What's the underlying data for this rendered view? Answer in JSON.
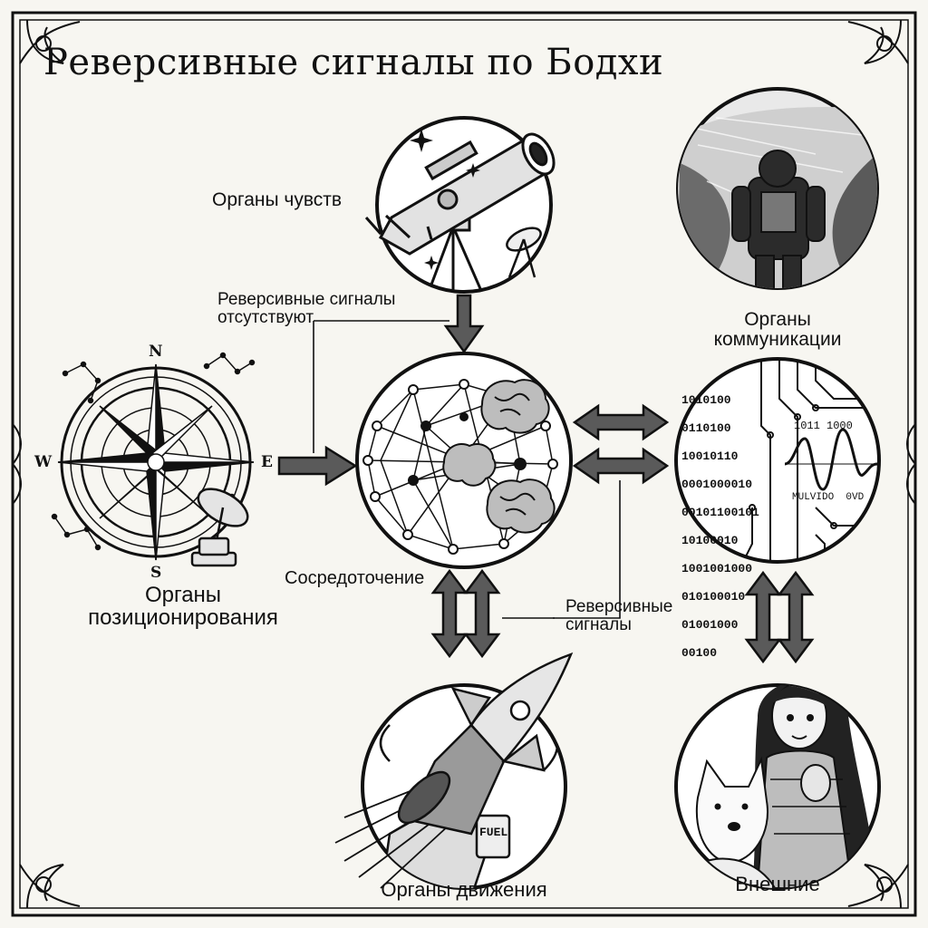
{
  "title": "Реверсивные сигналы по Бодхи",
  "nodes": {
    "senses": {
      "label": "Органы чувств",
      "icon": "telescope-icon"
    },
    "positioning": {
      "label": "Органы позиционирования",
      "icon": "compass-icon"
    },
    "brain": {
      "label": "Сосредоточение",
      "icon": "neural-network-icon"
    },
    "communication": {
      "label": "Органы коммуникации",
      "icon": "circuit-binary-icon"
    },
    "movement": {
      "label": "Органы движения",
      "icon": "rocket-engine-icon"
    },
    "external": {
      "label": "Внешние",
      "icon": "girl-and-dog-icon"
    },
    "explorer": {
      "icon": "astronaut-explorer-icon"
    }
  },
  "annotations": {
    "no_reverse": "Реверсивные сигналы отсутствуют",
    "reverse": "Реверсивные сигналы"
  },
  "compass": {
    "north": "N",
    "south": "S",
    "west": "W",
    "east": "E"
  },
  "comm_text": {
    "binary_rows": [
      "1010100",
      "0110100",
      "10010110",
      "0001000010",
      "00101100101",
      "10100010",
      "1001001000",
      "010100010",
      "01001000",
      "00100"
    ],
    "hex_readout": "1011 1000",
    "wave_caption": "MULVIDO  0VD"
  },
  "fuel_label": "FUEL",
  "colors": {
    "ink": "#111111",
    "paper": "#f7f6f1",
    "arrow_fill": "#5a5a5a"
  }
}
